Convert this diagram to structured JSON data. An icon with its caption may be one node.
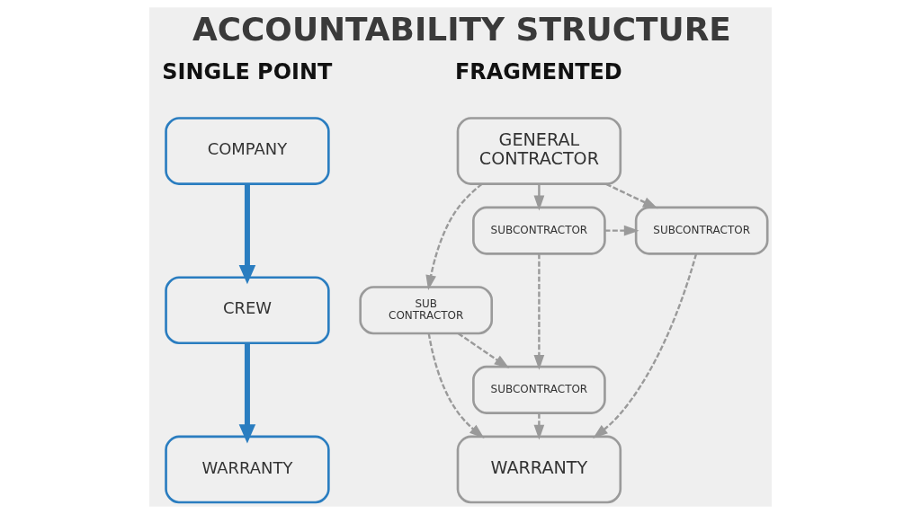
{
  "diagram": {
    "title": "ACCOUNTABILITY STRUCTURE",
    "nodes": [
      {
        "text": [
          "COMPANY"
        ]
      },
      {
        "text": [
          "CREW"
        ]
      },
      {
        "text": [
          "WARRANTY"
        ]
      },
      {
        "text": [
          "GENERAL CONTRACTOR"
        ]
      },
      {
        "text": [
          "SUBCONTRACTOR"
        ]
      },
      {
        "text": [
          "SUBCONTRACTOR"
        ]
      },
      {
        "text": [
          "SUB CONTRACTOR"
        ]
      },
      {
        "text": [
          "SUBCONTRACTOR"
        ]
      },
      {
        "text": [
          "WARRANTY"
        ]
      }
    ],
    "edges": [
      {
        "from": 0,
        "to": 1,
        "arrow": "to",
        "style": "thick",
        "color": "#2a7dc0"
      },
      {
        "from": 1,
        "to": 2,
        "arrow": "to",
        "style": "thick",
        "color": "#2a7dc0"
      },
      {
        "from": 3,
        "to": 4,
        "arrow": "to"
      },
      {
        "from": 3,
        "to": 6,
        "arrow": "to",
        "style": "dashed"
      },
      {
        "from": 3,
        "to": 5,
        "arrow": "to",
        "style": "dashed"
      },
      {
        "from": 4,
        "to": 5,
        "arrow": "to",
        "style": "dashed"
      },
      {
        "from": 4,
        "to": 7,
        "arrow": "to",
        "style": "dashed"
      },
      {
        "from": 6,
        "to": 7,
        "arrow": "to",
        "style": "dashed"
      },
      {
        "from": 6,
        "to": 8,
        "arrow": "to",
        "style": "dashed"
      },
      {
        "from": 7,
        "to": 8,
        "arrow": "to",
        "style": "dashed"
      },
      {
        "from": 5,
        "to": 8,
        "arrow": "to",
        "style": "dashed"
      }
    ],
    "labels": [
      "SINGLE POINT",
      "FRAGMENTED"
    ]
  }
}
